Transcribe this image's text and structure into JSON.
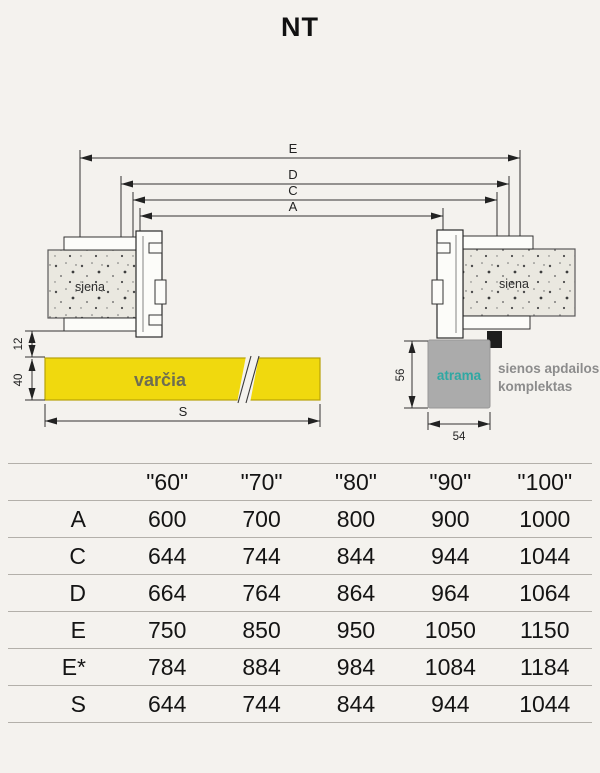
{
  "page": {
    "title": "NT"
  },
  "diagram": {
    "dimensions": {
      "e": "E",
      "d": "D",
      "c": "C",
      "a": "A",
      "rebate": "12",
      "leaf_thickness": "40",
      "leaf_width": "S",
      "support_height": "56",
      "support_width": "54"
    },
    "labels": {
      "wall_left": "siena",
      "wall_right": "siena",
      "door_leaf": "varčia",
      "support": "atrama",
      "kit_line1": "sienos apdailos",
      "kit_line2": "komplektas"
    },
    "colors": {
      "door_leaf": "#f0d90e",
      "door_leaf_edge": "#b7a208",
      "leaf_label": "#6e6e52",
      "support_block": "#ababab",
      "support_text": "#2fa8a3",
      "kit_text": "#8c8c8c"
    }
  },
  "table": {
    "col0_header": "",
    "headers": [
      "\"60\"",
      "\"70\"",
      "\"80\"",
      "\"90\"",
      "\"100\""
    ],
    "rows": [
      {
        "label": "A",
        "values": [
          "600",
          "700",
          "800",
          "900",
          "1000"
        ]
      },
      {
        "label": "C",
        "values": [
          "644",
          "744",
          "844",
          "944",
          "1044"
        ]
      },
      {
        "label": "D",
        "values": [
          "664",
          "764",
          "864",
          "964",
          "1064"
        ]
      },
      {
        "label": "E",
        "values": [
          "750",
          "850",
          "950",
          "1050",
          "1150"
        ]
      },
      {
        "label": "E*",
        "values": [
          "784",
          "884",
          "984",
          "1084",
          "1184"
        ]
      },
      {
        "label": "S",
        "values": [
          "644",
          "744",
          "844",
          "944",
          "1044"
        ]
      }
    ]
  }
}
